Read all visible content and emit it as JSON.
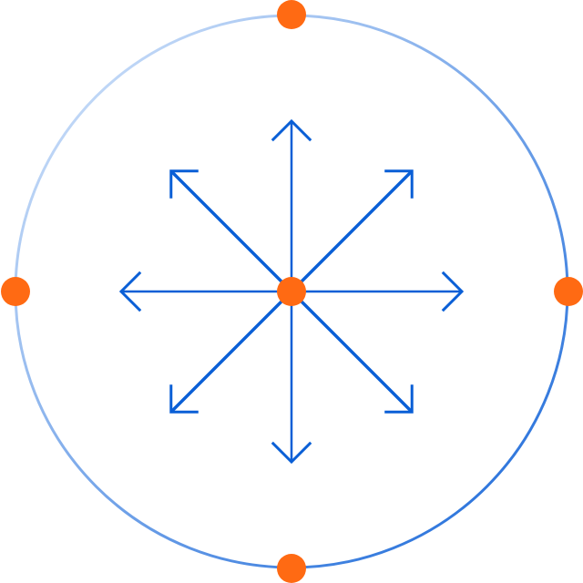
{
  "icon": "compass-arrows-icon",
  "colors": {
    "background": "#ffffff",
    "ring_start": "#dbe9fb",
    "ring_end": "#1565d8",
    "arrow": "#0a5fd6",
    "dot": "#ff6a13"
  },
  "arrows": [
    {
      "direction": "north",
      "angle_deg": 0
    },
    {
      "direction": "northeast",
      "angle_deg": 45
    },
    {
      "direction": "east",
      "angle_deg": 90
    },
    {
      "direction": "southeast",
      "angle_deg": 135
    },
    {
      "direction": "south",
      "angle_deg": 180
    },
    {
      "direction": "southwest",
      "angle_deg": 225
    },
    {
      "direction": "west",
      "angle_deg": 270
    },
    {
      "direction": "northwest",
      "angle_deg": 315
    }
  ],
  "ring_dots": [
    {
      "position": "top"
    },
    {
      "position": "right"
    },
    {
      "position": "bottom"
    },
    {
      "position": "left"
    }
  ],
  "center_dot": {
    "position": "center"
  }
}
